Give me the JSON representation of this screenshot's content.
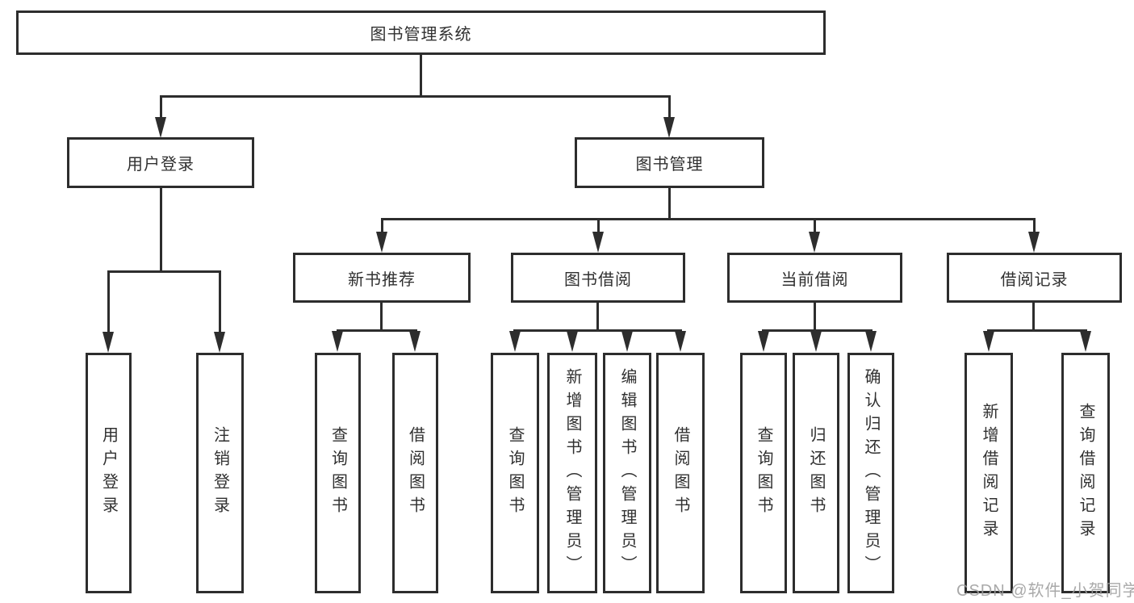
{
  "diagram": {
    "title": "图书管理系统",
    "branches": [
      {
        "label": "用户登录",
        "children": [
          "用户登录",
          "注销登录"
        ]
      },
      {
        "label": "图书管理",
        "children": [
          {
            "label": "新书推荐",
            "children": [
              "查询图书",
              "借阅图书"
            ]
          },
          {
            "label": "图书借阅",
            "children": [
              "查询图书",
              "新增图书（管理员）",
              "编辑图书（管理员）",
              "借阅图书"
            ]
          },
          {
            "label": "当前借阅",
            "children": [
              "查询图书",
              "归还图书",
              "确认归还（管理员）"
            ]
          },
          {
            "label": "借阅记录",
            "children": [
              "新增借阅记录",
              "查询借阅记录"
            ]
          }
        ]
      }
    ],
    "colors": {
      "line": "#2d2d2d",
      "text": "#303030",
      "watermark_gray": "#9e9e9e",
      "background": "#ffffff"
    }
  },
  "watermark": "CSDN @软件_小贺同学"
}
